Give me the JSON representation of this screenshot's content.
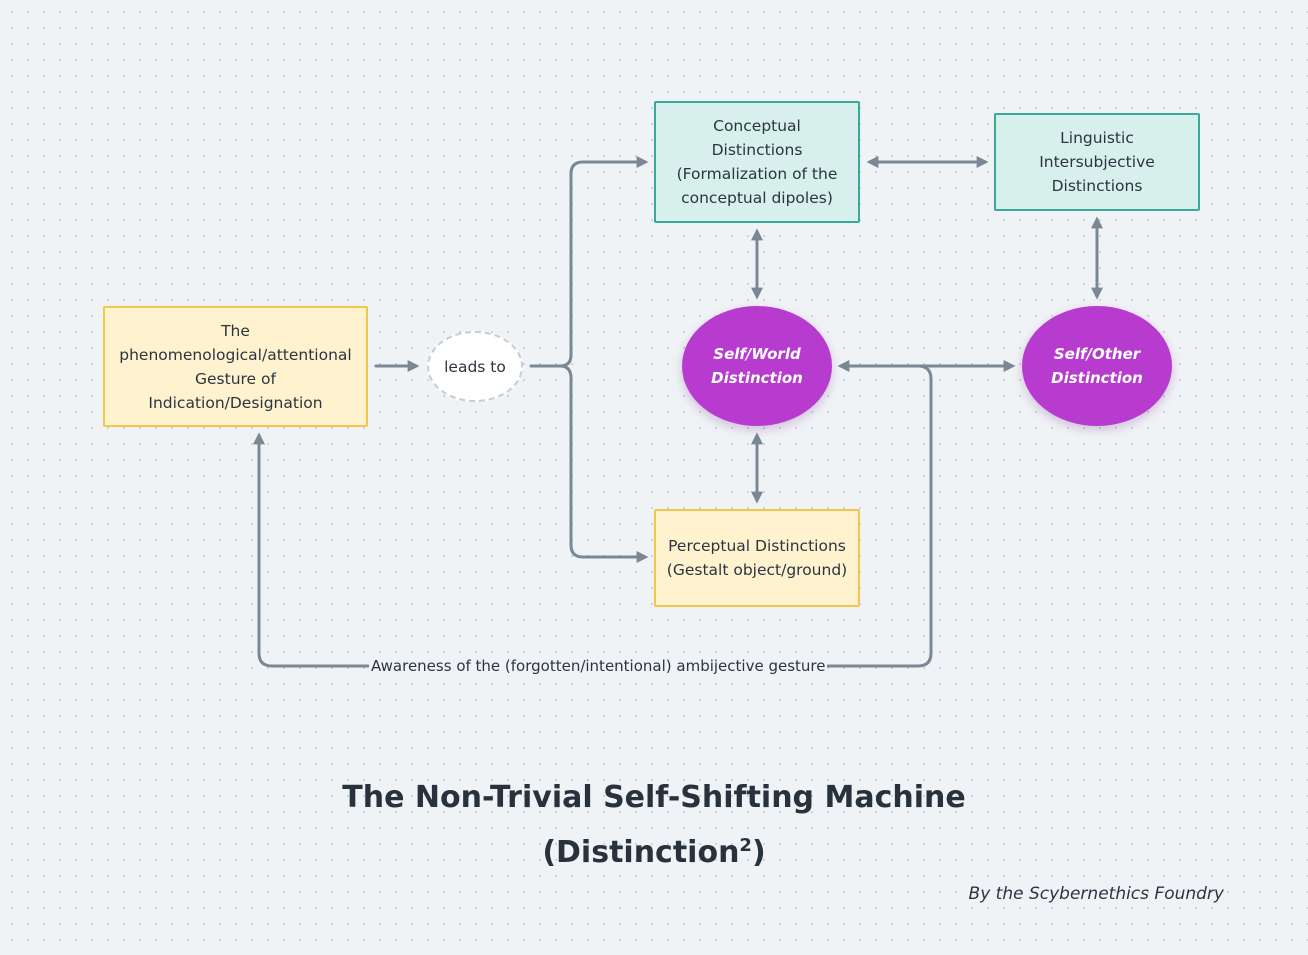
{
  "nodes": {
    "gesture": "The\nphenomenological/attentional\nGesture of\nIndication/Designation",
    "leads_to": "leads to",
    "conceptual": "Conceptual\nDistinctions\n(Formalization of the\nconceptual dipoles)",
    "linguistic": "Linguistic\nIntersubjective\nDistinctions",
    "self_world": "Self/World\nDistinction",
    "self_other": "Self/Other\nDistinction",
    "perceptual": "Perceptual Distinctions\n(Gestalt object/ground)"
  },
  "edges": {
    "awareness_label": "Awareness of the (forgotten/intentional) ambijective gesture"
  },
  "title": {
    "line1": "The Non-Trivial Self-Shifting Machine",
    "line2_text": "(Distinction",
    "line2_sup": "2",
    "line2_close": ")"
  },
  "credit": "By the Scybernethics Foundry",
  "colors": {
    "edge": "#7a8794",
    "yellow_fill": "#fff3cf",
    "yellow_border": "#f2c84b",
    "teal_fill": "#d7f0ec",
    "teal_border": "#3aa99a",
    "purple": "#b83bd0"
  }
}
